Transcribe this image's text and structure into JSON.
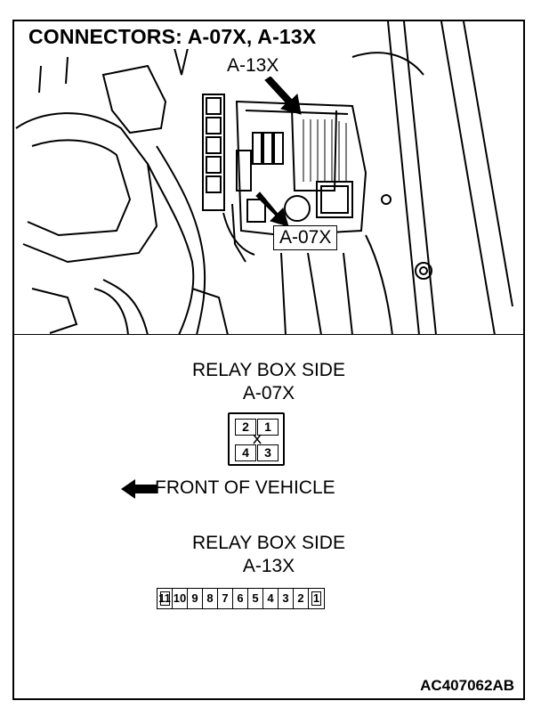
{
  "title": "CONNECTORS: A-07X, A-13X",
  "photo": {
    "callout_a13": "A-13X",
    "callout_a07": "A-07X"
  },
  "connector_a07": {
    "side_label": "RELAY BOX SIDE",
    "code": "A-07X",
    "pins": [
      "2",
      "1",
      "4",
      "3"
    ]
  },
  "front_label": "FRONT OF VEHICLE",
  "connector_a13": {
    "side_label": "RELAY BOX SIDE",
    "code": "A-13X",
    "pins": [
      "11",
      "10",
      "9",
      "8",
      "7",
      "6",
      "5",
      "4",
      "3",
      "2",
      "1"
    ]
  },
  "figure_id": "AC407062AB"
}
